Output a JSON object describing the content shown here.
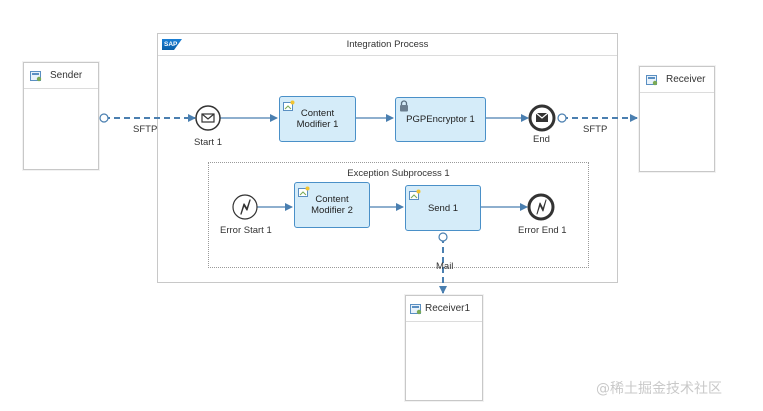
{
  "pool": {
    "title": "Integration Process",
    "logo_text": "SAP"
  },
  "participants": {
    "sender": "Sender",
    "receiver": "Receiver",
    "receiver1": "Receiver1"
  },
  "events": {
    "start": "Start 1",
    "end": "End",
    "error_start": "Error Start 1",
    "error_end": "Error End 1"
  },
  "tasks": {
    "content_modifier_1": "Content Modifier 1",
    "pgp_encryptor": "PGPEncryptor 1",
    "content_modifier_2": "Content Modifier 2",
    "send": "Send 1"
  },
  "subprocess": {
    "title": "Exception Subprocess 1"
  },
  "connections": {
    "sender_adapter": "SFTP",
    "receiver_adapter": "SFTP",
    "mail_adapter": "Mail"
  },
  "watermark": "@稀土掘金技术社区",
  "colors": {
    "flow": "#4a7fb0",
    "task_fill": "#d5ecf9",
    "task_border": "#4a90c8"
  }
}
